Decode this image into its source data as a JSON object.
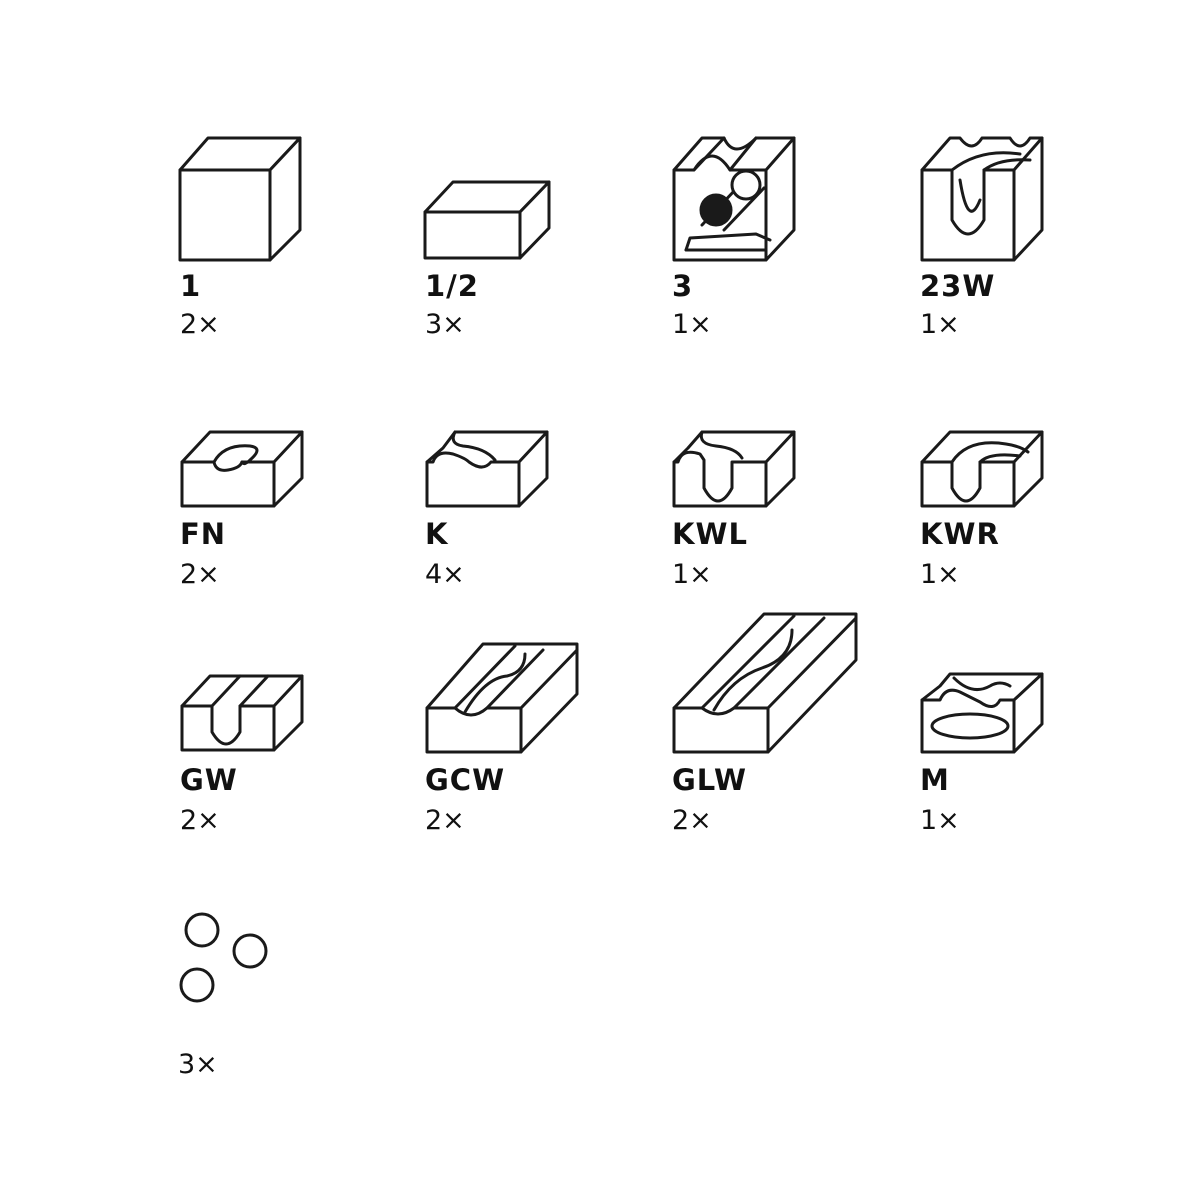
{
  "pieces": [
    {
      "code": "1",
      "qty": "2×",
      "icon": "cube-block-icon"
    },
    {
      "code": "1/2",
      "qty": "3×",
      "icon": "half-block-icon"
    },
    {
      "code": "3",
      "qty": "1×",
      "icon": "three-way-tunnel-block-icon"
    },
    {
      "code": "23W",
      "qty": "1×",
      "icon": "double-turn-deep-groove-block-icon"
    },
    {
      "code": "FN",
      "qty": "2×",
      "icon": "funnel-block-icon"
    },
    {
      "code": "K",
      "qty": "4×",
      "icon": "curve-block-icon"
    },
    {
      "code": "KWL",
      "qty": "1×",
      "icon": "curve-left-deep-groove-block-icon"
    },
    {
      "code": "KWR",
      "qty": "1×",
      "icon": "curve-right-deep-groove-block-icon"
    },
    {
      "code": "GW",
      "qty": "2×",
      "icon": "straight-deep-groove-block-icon"
    },
    {
      "code": "GCW",
      "qty": "2×",
      "icon": "straight-curved-groove-block-icon"
    },
    {
      "code": "GLW",
      "qty": "2×",
      "icon": "long-groove-block-icon"
    },
    {
      "code": "M",
      "qty": "1×",
      "icon": "mill-block-icon"
    },
    {
      "code": "",
      "qty": "3×",
      "icon": "marbles-icon"
    }
  ]
}
